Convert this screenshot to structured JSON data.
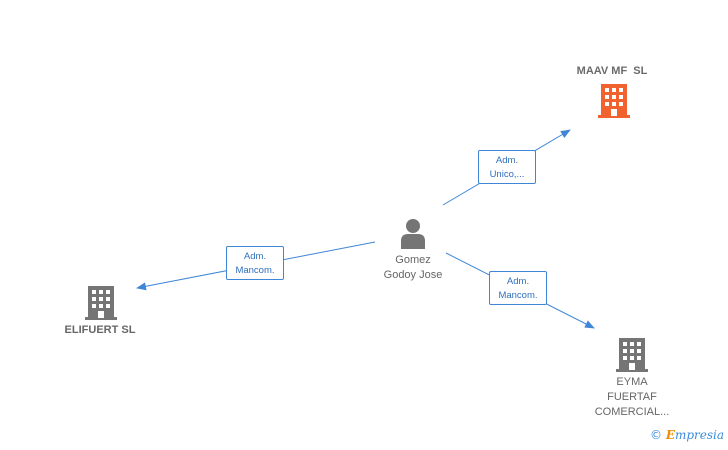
{
  "colors": {
    "edge": "#3f86d6",
    "company_icon_main": "#f2622e",
    "company_icon": "#757575",
    "person_icon": "#757575"
  },
  "person": {
    "line1": "Gomez",
    "line2": "Godoy Jose",
    "icon": "person-icon"
  },
  "companies": {
    "maav": {
      "name": "MAAV MF  SL",
      "icon": "building-icon"
    },
    "elifuert": {
      "name": "ELIFUERT SL",
      "icon": "building-icon"
    },
    "eyma": {
      "line1": "EYMA",
      "line2": "FUERTAF",
      "line3": "COMERCIAL...",
      "icon": "building-icon"
    }
  },
  "edges": {
    "to_maav": {
      "line1": "Adm.",
      "line2": "Unico,..."
    },
    "to_elifuert": {
      "line1": "Adm.",
      "line2": "Mancom."
    },
    "to_eyma": {
      "line1": "Adm.",
      "line2": "Mancom."
    }
  },
  "brand": {
    "copyright": "©",
    "initial": "E",
    "rest": "mpresia"
  }
}
